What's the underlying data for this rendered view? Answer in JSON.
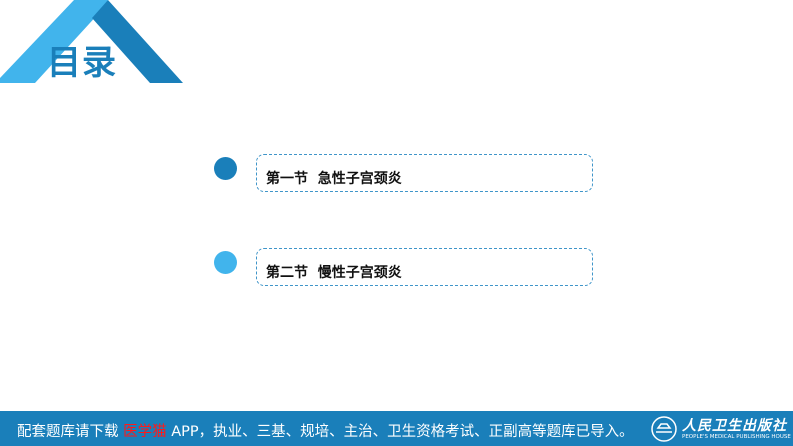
{
  "header": {
    "title": "目录"
  },
  "colors": {
    "dark_blue": "#1a7fba",
    "light_blue": "#41b4ec",
    "highlight_red": "#ff1a1a"
  },
  "toc": [
    {
      "label": "第一节  急性子宫颈炎",
      "dot_color": "#1a7fba"
    },
    {
      "label": "第二节  慢性子宫颈炎",
      "dot_color": "#41b4ec"
    }
  ],
  "footer": {
    "text_before": "配套题库请下载 ",
    "highlight": "医学猫",
    "text_after": " APP，执业、三基、规培、主治、卫生资格考试、正副高等题库已导入。",
    "logo_cn": "人民卫生出版社",
    "logo_en": "PEOPLE'S MEDICAL PUBLISHING HOUSE"
  }
}
